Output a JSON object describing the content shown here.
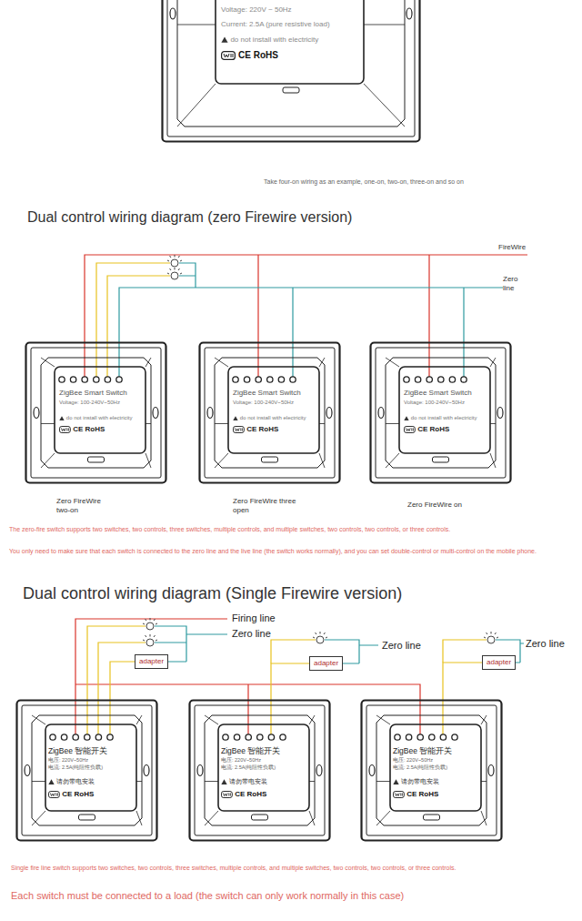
{
  "diagram": {
    "nodes": [
      {
        "text": [
          "Voltage: 220V ~ 50Hz",
          "Current: 2.5A (pure resistive load)",
          "do not install with electricity",
          "CE RoHS"
        ]
      },
      {
        "text": [
          "ZigBee Smart Switch",
          "Voltage: 100-240V~50Hz",
          "do not install with electricity",
          "CE RoHS"
        ]
      },
      {
        "text": [
          "ZigBee Smart Switch",
          "Voltage: 100-240V~50Hz",
          "do not install with electricity",
          "CE RoHS"
        ]
      },
      {
        "text": [
          "ZigBee Smart Switch",
          "Voltage: 100-240V~50Hz",
          "do not install with electricity",
          "CE RoHS"
        ]
      },
      {
        "text": [
          "adapter"
        ]
      },
      {
        "text": [
          "adapter"
        ]
      },
      {
        "text": [
          "adapter"
        ]
      },
      {
        "text": [
          "ZigBee 智能开关",
          "电压: 220V~50Hz",
          "电流: 2.5A(纯阻性负载)",
          "请勿带电安装",
          "CE RoHS"
        ]
      },
      {
        "text": [
          "ZigBee 智能开关",
          "电压: 220V~50Hz",
          "电流: 2.5A(纯阻性负载)",
          "请勿带电安装",
          "CE RoHS"
        ]
      },
      {
        "text": [
          "ZigBee 智能开关",
          "电压: 220V~50Hz",
          "电流: 2.5A(纯阻性负载)",
          "请勿带电安装",
          "CE RoHS"
        ]
      }
    ],
    "edges": [
      {
        "from": 7,
        "to": 4,
        "arrow": "none"
      },
      {
        "from": 8,
        "to": 5,
        "arrow": "none"
      },
      {
        "from": 9,
        "to": 6,
        "arrow": "none"
      }
    ],
    "labels": [
      "Take four-on wiring as an example, one-on, two-on, three-on and so on",
      "Dual control wiring diagram (zero Firewire version)",
      "FireWire",
      "Zero line",
      "Zero FireWire two-on",
      "Zero FireWire three open",
      "Zero FireWire on",
      "The zero-fire switch supports two switches, two controls, three switches, multiple controls, and multiple switches, two controls, two controls, or three controls.",
      "You only need to make sure that each switch is connected to the zero line and the live line (the switch works normally), and you can set double-control or multi-control on the mobile phone.",
      "Dual control wiring diagram (Single Firewire version)",
      "Firing line",
      "Zero line",
      "Zero line",
      "Zero line",
      "Single fire line switch supports two switches, two controls, three switches, multiple controls, and multiple switches, two controls, two controls, or three controls.",
      "Each switch must be connected to a load (the switch can only work normally in this case)"
    ]
  }
}
